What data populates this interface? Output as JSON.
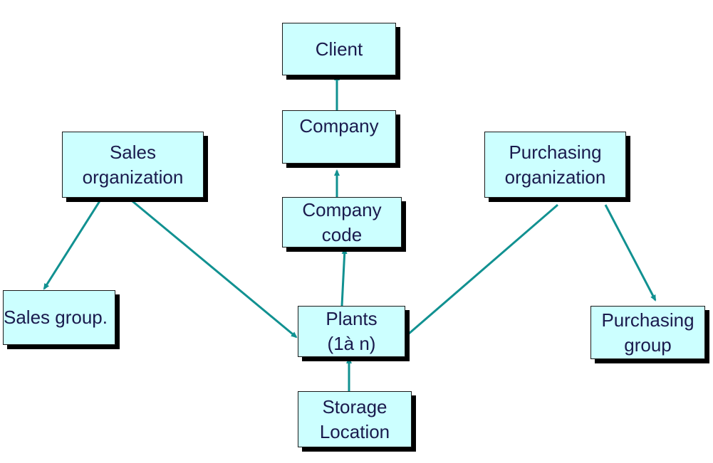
{
  "colors": {
    "node_fill": "#ccffff",
    "node_border": "#1a1a1a",
    "node_shadow": "#000000",
    "node_text": "#1a1a4d",
    "edge": "#119191"
  },
  "nodes": {
    "client": {
      "lines": [
        "Client"
      ]
    },
    "company": {
      "lines": [
        "Company"
      ]
    },
    "company_code": {
      "lines": [
        "Company",
        "code"
      ]
    },
    "sales_org": {
      "lines": [
        "Sales",
        "organization"
      ]
    },
    "purchasing_org": {
      "lines": [
        "Purchasing",
        "organization"
      ]
    },
    "sales_group": {
      "lines": [
        "Sales group."
      ]
    },
    "plants": {
      "lines": [
        "Plants",
        "(1à n)"
      ]
    },
    "storage_location": {
      "lines": [
        "Storage",
        "Location"
      ]
    },
    "purchasing_group": {
      "lines": [
        "Purchasing",
        "group"
      ]
    }
  },
  "edges": [
    {
      "from": "company",
      "to": "client"
    },
    {
      "from": "company_code",
      "to": "company"
    },
    {
      "from": "plants",
      "to": "company_code"
    },
    {
      "from": "storage_location",
      "to": "plants"
    },
    {
      "from": "sales_org",
      "to": "sales_group"
    },
    {
      "from": "sales_org",
      "to": "plants"
    },
    {
      "from": "purchasing_org",
      "to": "plants"
    },
    {
      "from": "purchasing_org",
      "to": "purchasing_group"
    }
  ]
}
